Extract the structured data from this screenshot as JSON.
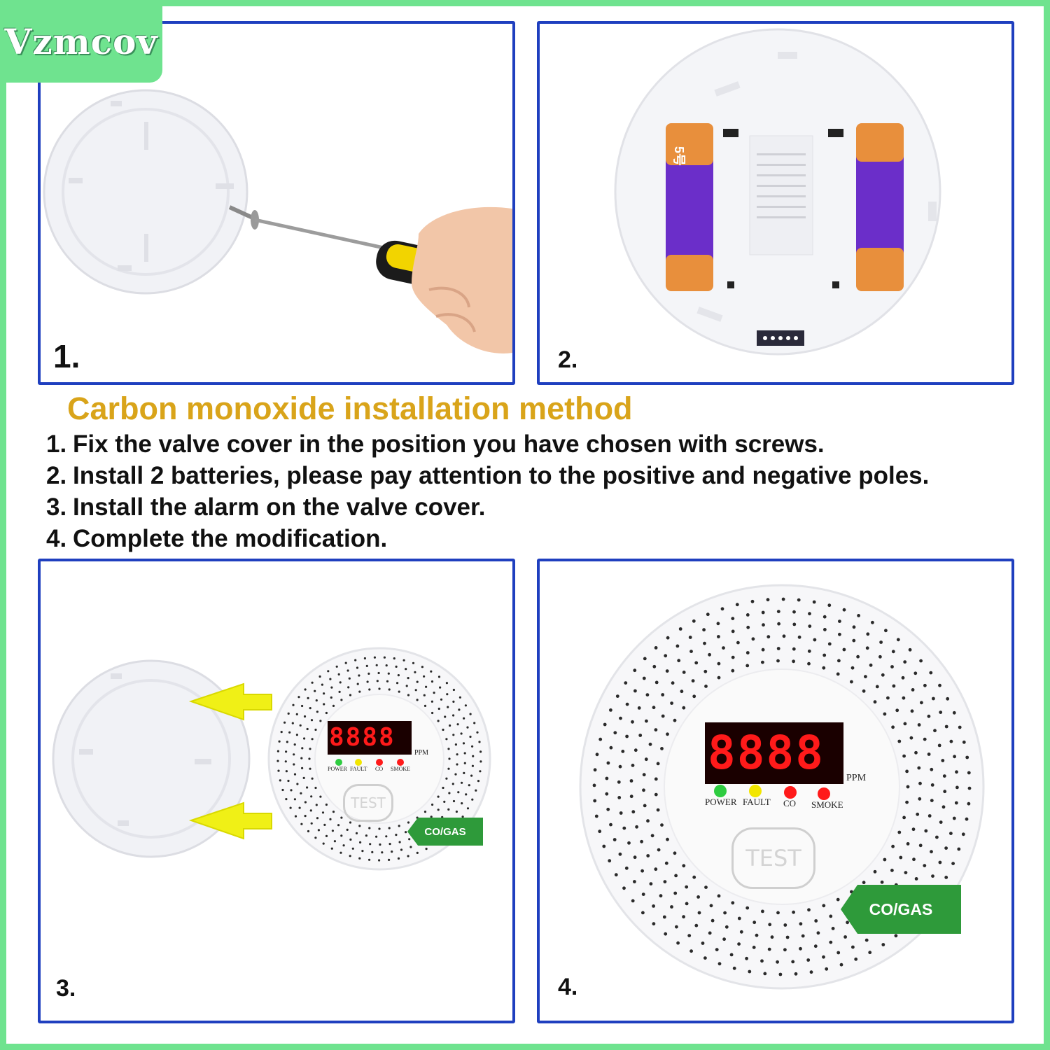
{
  "brand": {
    "name": "Vzmcov"
  },
  "title": "Carbon monoxide installation method",
  "steps": [
    {
      "num": "1.",
      "text": "Fix the valve cover in the position you have chosen with screws."
    },
    {
      "num": "2.",
      "text": "Install 2 batteries, please pay attention to the positive and negative poles."
    },
    {
      "num": "3.",
      "text": "Install the alarm on the valve cover."
    },
    {
      "num": "4.",
      "text": "Complete the modification."
    }
  ],
  "panels": [
    {
      "label": "1."
    },
    {
      "label": "2.",
      "battery_label": "5号"
    },
    {
      "label": "3."
    },
    {
      "label": "4."
    }
  ],
  "device": {
    "display": "8888",
    "unit": "PPM",
    "indicators": [
      "POWER",
      "FAULT",
      "CO",
      "SMOKE"
    ],
    "button": "TEST",
    "tag": "CO/GAS"
  },
  "colors": {
    "frame": "#6fe38f",
    "panel_border": "#1f3fbf",
    "title": "#d9a41a",
    "tag": "#2e9a3a",
    "led_power": "#2ecc40",
    "led_fault": "#f2e600",
    "led_co": "#ff1a1a",
    "led_smoke": "#ff1a1a"
  }
}
